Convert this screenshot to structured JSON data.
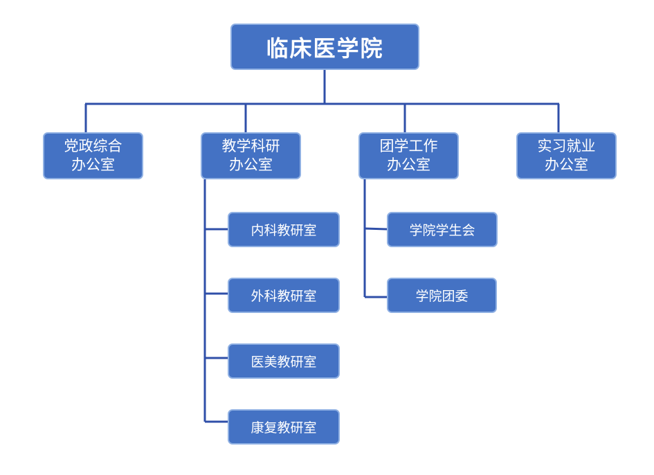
{
  "root": {
    "label": "临床医学院"
  },
  "offices": [
    {
      "line1": "党政综合",
      "line2": "办公室"
    },
    {
      "line1": "教学科研",
      "line2": "办公室"
    },
    {
      "line1": "团学工作",
      "line2": "办公室"
    },
    {
      "line1": "实习就业",
      "line2": "办公室"
    }
  ],
  "teaching_research_units": [
    {
      "label": "内科教研室"
    },
    {
      "label": "外科教研室"
    },
    {
      "label": "医美教研室"
    },
    {
      "label": "康复教研室"
    }
  ],
  "student_work_units": [
    {
      "label": "学院学生会"
    },
    {
      "label": "学院团委"
    }
  ],
  "colors": {
    "box_fill": "#4472c4",
    "box_border": "#8fb0e3",
    "connector": "#2f4fa8",
    "text": "#ffffff"
  }
}
